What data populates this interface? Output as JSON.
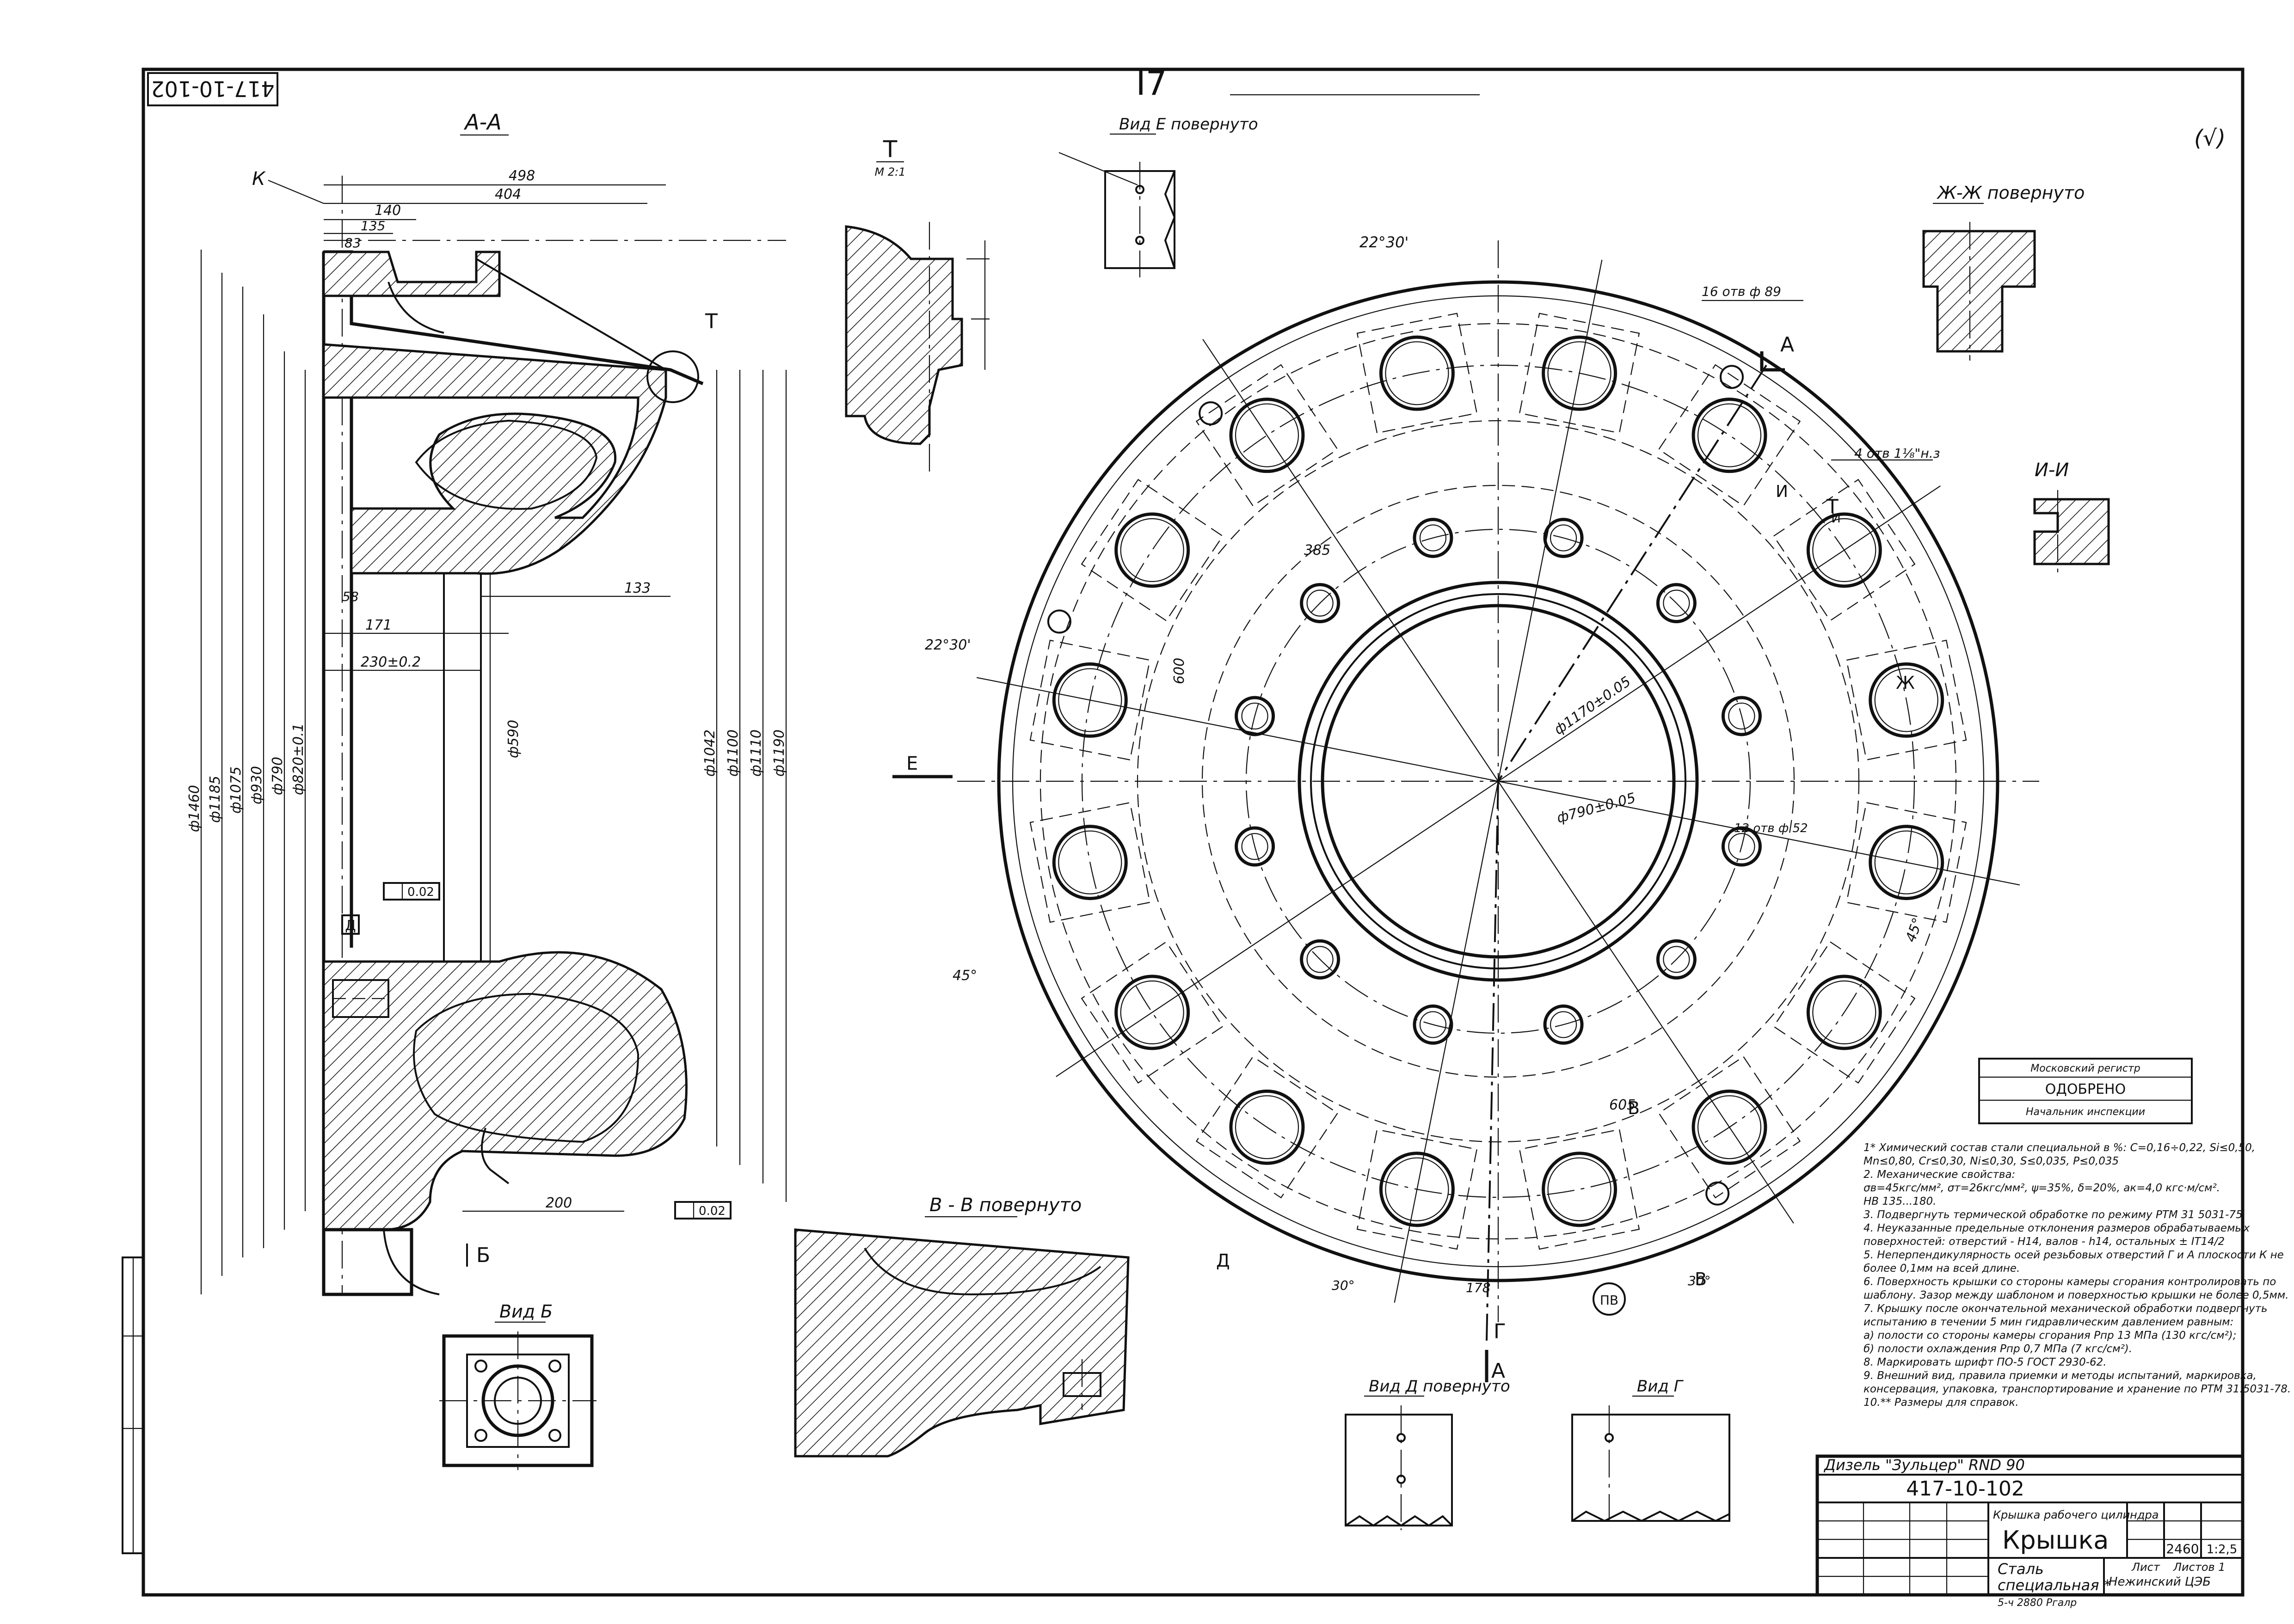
{
  "sheet": {
    "page_number": "I7",
    "corner_code": "417-10-102",
    "roughness_mark": "(√)"
  },
  "views": {
    "section_aa": "А-А",
    "detail_t": "Т",
    "detail_t_scale": "М 2:1",
    "view_e": "Вид Е повернуто",
    "section_zh": "Ж-Ж повернуто",
    "section_i": "И-И",
    "section_vv": "В - В повернуто",
    "view_b": "Вид Б",
    "view_d": "Вид Д повернуто",
    "view_g": "Вид Г"
  },
  "section_dims": {
    "d1": "498",
    "d2": "404",
    "d3": "140",
    "d4": "135",
    "d5": "83",
    "d6": "171",
    "d7": "230±0.2",
    "d8": "133",
    "d9": "58",
    "d10": "200",
    "dia1": "ф1460",
    "dia2": "ф1185",
    "dia3": "ф1075",
    "dia4": "ф930",
    "dia5": "ф790",
    "dia6": "ф820±0.1",
    "dia7": "ф590",
    "dia8": "ф1042",
    "dia9": "ф1100",
    "dia10": "ф1110",
    "dia11": "ф1190",
    "label_k": "К",
    "label_b": "Б",
    "label_d": "Д",
    "label_t": "Т",
    "flatness": "0.02",
    "tol1": "0.02"
  },
  "plan_dims": {
    "ang1": "22°30'",
    "ang2": "22°30'",
    "ang3": "45°",
    "ang4": "45°",
    "ang5": "30°",
    "ang6": "30°",
    "r1": "385",
    "r2": "600",
    "r3": "605",
    "r4": "178",
    "dia_center": "ф1170±0.05",
    "dia_inner": "ф790±0.05",
    "label_e": "Е",
    "label_a_top": "А",
    "label_a_bottom": "А",
    "label_g": "Г",
    "label_v1": "В",
    "label_v2": "В",
    "label_zh": "Ж",
    "label_i": "И",
    "label_d": "Д",
    "label_pv": "ПВ",
    "note_holes1": "16 отв ф 89",
    "note_holes2": "4 отв 1⅛\"н.з",
    "note_holes3": "12 отв ф 52"
  },
  "approval": {
    "line1": "Московский регистр",
    "line2": "ОДОБРЕНО",
    "line3": "Начальник инспекции"
  },
  "notes": [
    "1* Химический состав стали специальной в %: С=0,16÷0,22, Si≤0,50, Mn≤0,80, Cr≤0,30, Ni≤0,30, S≤0,035, P≤0,035",
    "2. Механические свойства:",
    "σв=45кгс/мм², σт=26кгс/мм², ψ=35%, δ=20%, ак=4,0 кгс·м/см².",
    "НВ 135...180.",
    "3. Подвергнуть термической обработке по режиму РТМ 31 5031-75",
    "4. Неуказанные предельные отклонения размеров обрабатываемых поверхностей: отверстий - Н14, валов - h14, остальных ± IT14/2",
    "5. Неперпендикулярность осей резьбовых отверстий Г и А плоскости К не более 0,1мм на всей длине.",
    "6. Поверхность крышки со стороны камеры сгорания контролировать по шаблону. Зазор между шаблоном и поверхностью крышки не более 0,5мм.",
    "7. Крышку после окончательной механической обработки подвергнуть испытанию в течении 5 мин гидравлическим давлением равным:",
    "а) полости со стороны камеры сгорания Рпр 13 МПа (130 кгс/см²);",
    "б) полости охлаждения Рпр 0,7 МПа (7 кгс/см²).",
    "8. Маркировать шрифт ПО-5 ГОСТ 2930-62.",
    "9. Внешний вид, правила приемки и методы испытаний, маркировка, консервация, упаковка, транспортирование и хранение по РТМ 31.5031-78.",
    "10.** Размеры для справок."
  ],
  "title_block": {
    "project": "Дизель \"Зульцер\" RND 90",
    "drawing_code": "417-10-102",
    "assembly": "Крышка рабочего цилиндра",
    "part_name": "Крышка",
    "mass": "2460",
    "scale": "1:2,5",
    "sheet": "Лист",
    "sheets": "Листов 1",
    "material_1": "Сталь",
    "material_2": "специальная *",
    "plant": "Нежинский ЦЭБ",
    "standard": "5-ч 2880 Ргалр"
  }
}
